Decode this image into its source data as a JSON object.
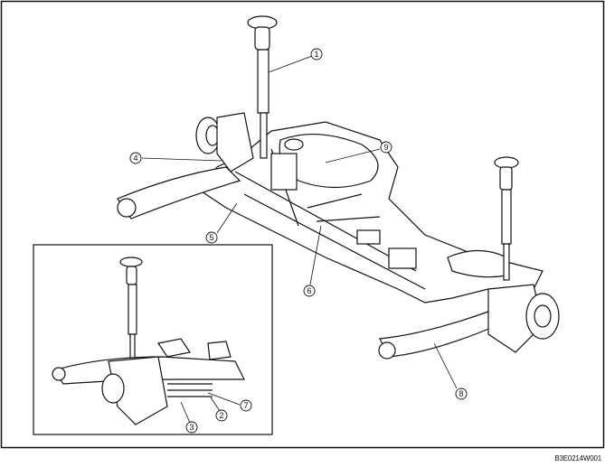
{
  "figure": {
    "code": "B3E0214W001",
    "callouts": [
      "1",
      "2",
      "3",
      "4",
      "5",
      "6",
      "7",
      "8",
      "9"
    ]
  }
}
